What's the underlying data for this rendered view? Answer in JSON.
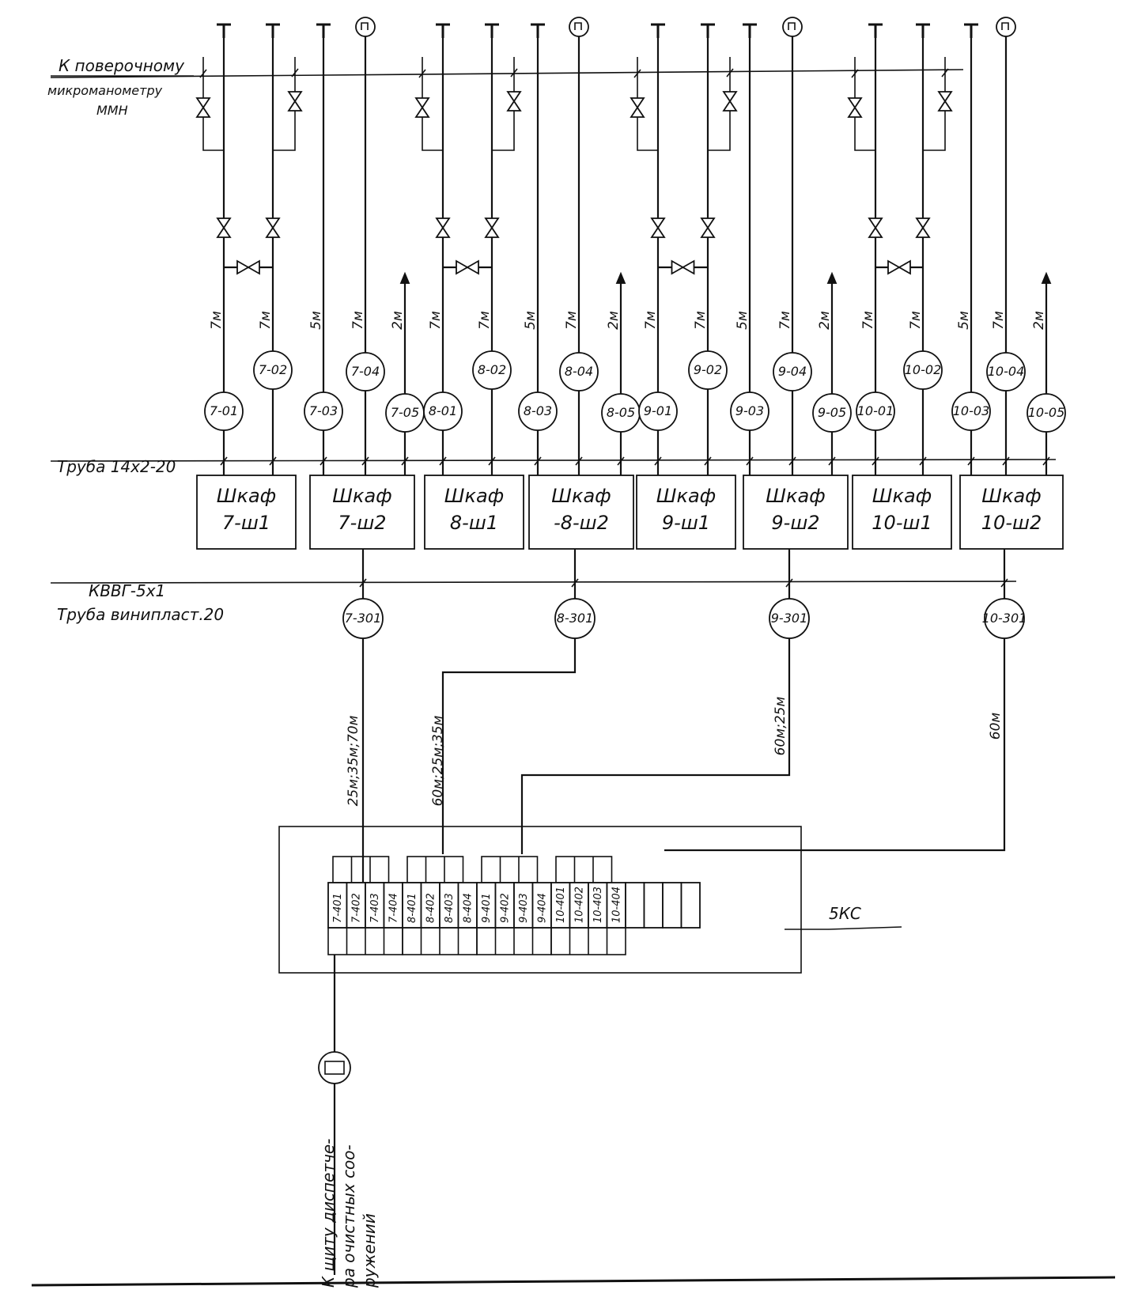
{
  "labels": {
    "verification": [
      "К поверочному",
      "микроманометру",
      "ММН"
    ],
    "pipe_top": "Труба 14х2-20",
    "cable": [
      "КВВГ-5х1",
      "Труба винипласт.20"
    ],
    "terminal_block": "5КС",
    "dispatcher": [
      "К щиту диспетче-",
      "ра очистных соо-",
      "ружений"
    ]
  },
  "groups": [
    {
      "id": "7",
      "cabinets": [
        {
          "line1": "Шкаф",
          "line2": "7-ш1"
        },
        {
          "line1": "Шкаф",
          "line2": "7-ш2"
        }
      ],
      "instruments": [
        "7-01",
        "7-02",
        "7-03",
        "7-04",
        "7-05"
      ],
      "distances": [
        "7м",
        "7м",
        "5м",
        "7м",
        "2м"
      ],
      "junction": "7-301",
      "cable_length": "25м;35м;70м",
      "terminals": [
        "7-401",
        "7-402",
        "7-403",
        "7-404"
      ]
    },
    {
      "id": "8",
      "cabinets": [
        {
          "line1": "Шкаф",
          "line2": "8-ш1"
        },
        {
          "line1": "Шкаф",
          "line2": "-8-ш2"
        }
      ],
      "instruments": [
        "8-01",
        "8-02",
        "8-03",
        "8-04",
        "8-05"
      ],
      "distances": [
        "7м",
        "7м",
        "5м",
        "7м",
        "2м"
      ],
      "junction": "8-301",
      "cable_length": "60м;25м;35м",
      "terminals": [
        "8-401",
        "8-402",
        "8-403",
        "8-404"
      ]
    },
    {
      "id": "9",
      "cabinets": [
        {
          "line1": "Шкаф",
          "line2": "9-ш1"
        },
        {
          "line1": "Шкаф",
          "line2": "9-ш2"
        }
      ],
      "instruments": [
        "9-01",
        "9-02",
        "9-03",
        "9-04",
        "9-05"
      ],
      "distances": [
        "7м",
        "7м",
        "5м",
        "7м",
        "2м"
      ],
      "junction": "9-301",
      "cable_length": "60м;25м",
      "terminals": [
        "9-401",
        "9-402",
        "9-403",
        "9-404"
      ]
    },
    {
      "id": "10",
      "cabinets": [
        {
          "line1": "Шкаф",
          "line2": "10-ш1"
        },
        {
          "line1": "Шкаф",
          "line2": "10-ш2"
        }
      ],
      "instruments": [
        "10-01",
        "10-02",
        "10-03",
        "10-04",
        "10-05"
      ],
      "distances": [
        "7м",
        "7м",
        "5м",
        "7м",
        "2м"
      ],
      "junction": "10-301",
      "cable_length": "60м",
      "terminals": [
        "10-401",
        "10-402",
        "10-403",
        "10-404"
      ]
    }
  ]
}
